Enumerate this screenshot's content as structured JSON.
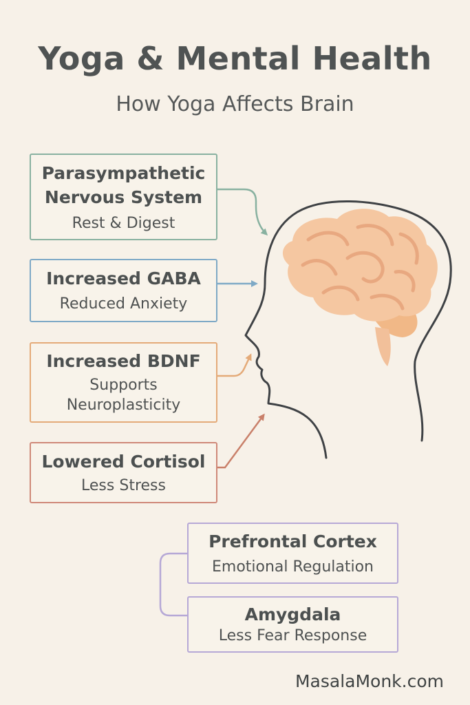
{
  "title": "Yoga & Mental Health",
  "subtitle": "How Yoga Affects Brain",
  "cards": {
    "psns": {
      "title_line1": "Parasympathetic",
      "title_line2": "Nervous System",
      "subtitle": "Rest & Digest",
      "color": "#88b1a0"
    },
    "gaba": {
      "title": "Increased GABA",
      "subtitle": "Reduced Anxiety",
      "color": "#7ea9c6"
    },
    "bdnf": {
      "title": "Increased BDNF",
      "subtitle_line1": "Supports",
      "subtitle_line2": "Neuroplasticity",
      "color": "#e4aa78"
    },
    "cortisol": {
      "title": "Lowered Cortisol",
      "subtitle": "Less Stress",
      "color": "#cf8878"
    },
    "pfc": {
      "title": "Prefrontal Cortex",
      "subtitle": "Emotional Regulation",
      "color": "#b6a8d6"
    },
    "amygdala": {
      "title": "Amygdala",
      "subtitle": "Less Fear Response",
      "color": "#b6a8d6"
    }
  },
  "illustration": {
    "head_outline": "head-profile-icon",
    "brain": "brain-icon",
    "brain_color": "#f5c7a1",
    "cerebellum_color": "#f1b887"
  },
  "footer": "MasalaMonk.com"
}
